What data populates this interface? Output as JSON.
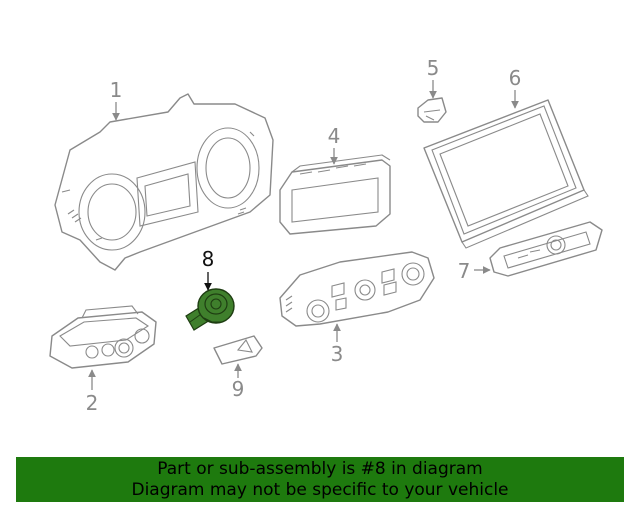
{
  "callouts": {
    "c1": "1",
    "c2": "2",
    "c3": "3",
    "c4": "4",
    "c5": "5",
    "c6": "6",
    "c7": "7",
    "c8": "8",
    "c9": "9"
  },
  "highlight": {
    "part": "8",
    "color": "#3f7f2c"
  },
  "banner": {
    "line1": "Part or sub-assembly is #8 in diagram",
    "line2": "Diagram may not be specific to your vehicle",
    "background": "#1e7a0e"
  }
}
